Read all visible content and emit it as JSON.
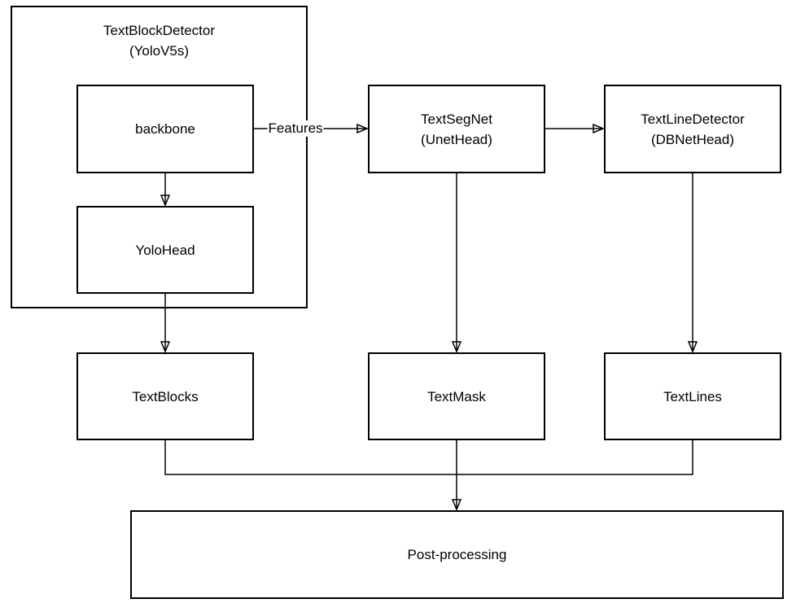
{
  "diagram": {
    "background_color": "#ffffff",
    "stroke_color": "#000000",
    "group": {
      "title_line1": "TextBlockDetector",
      "title_line2": "(YoloV5s)"
    },
    "nodes": {
      "backbone": {
        "label": "backbone"
      },
      "yolo_head": {
        "label": "YoloHead"
      },
      "text_seg_net": {
        "line1": "TextSegNet",
        "line2": "(UnetHead)"
      },
      "text_line_detector": {
        "line1": "TextLineDetector",
        "line2": "(DBNetHead)"
      },
      "text_blocks": {
        "label": "TextBlocks"
      },
      "text_mask": {
        "label": "TextMask"
      },
      "text_lines": {
        "label": "TextLines"
      },
      "post_processing": {
        "label": "Post-processing"
      }
    },
    "edge_labels": {
      "features": "Features"
    }
  }
}
